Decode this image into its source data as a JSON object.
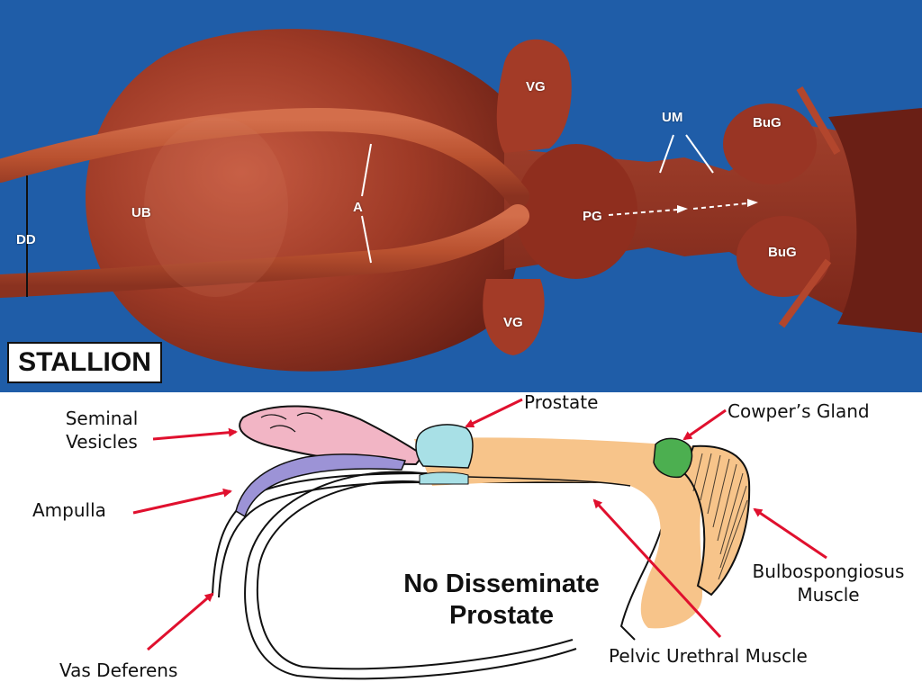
{
  "photo": {
    "specimen_label": "STALLION",
    "labels": {
      "ub": "UB",
      "dd": "DD",
      "a": "A",
      "vg_top": "VG",
      "vg_bottom": "VG",
      "pg": "PG",
      "um": "UM",
      "bug_top": "BuG",
      "bug_bottom": "BuG"
    },
    "colors": {
      "background": "#1f5da8",
      "tissue": "#9c3524"
    }
  },
  "diagram": {
    "title_line1": "No Disseminate",
    "title_line2": "Prostate",
    "labels": {
      "prostate": "Prostate",
      "cowpers_gland": "Cowper’s Gland",
      "seminal_vesicles_line1": "Seminal",
      "seminal_vesicles_line2": "Vesicles",
      "ampulla": "Ampulla",
      "bulbospongiosus_line1": "Bulbospongiosus",
      "bulbospongiosus_line2": "Muscle",
      "pelvic_urethral_muscle": "Pelvic Urethral Muscle",
      "vas_deferens": "Vas Deferens"
    },
    "colors": {
      "arrow": "#e0102e",
      "seminal_vesicle": "#f2b5c5",
      "ampulla": "#9c93d6",
      "prostate": "#a8e0e6",
      "urethral_muscle": "#f7c48a",
      "cowpers_gland": "#4caf50"
    }
  }
}
